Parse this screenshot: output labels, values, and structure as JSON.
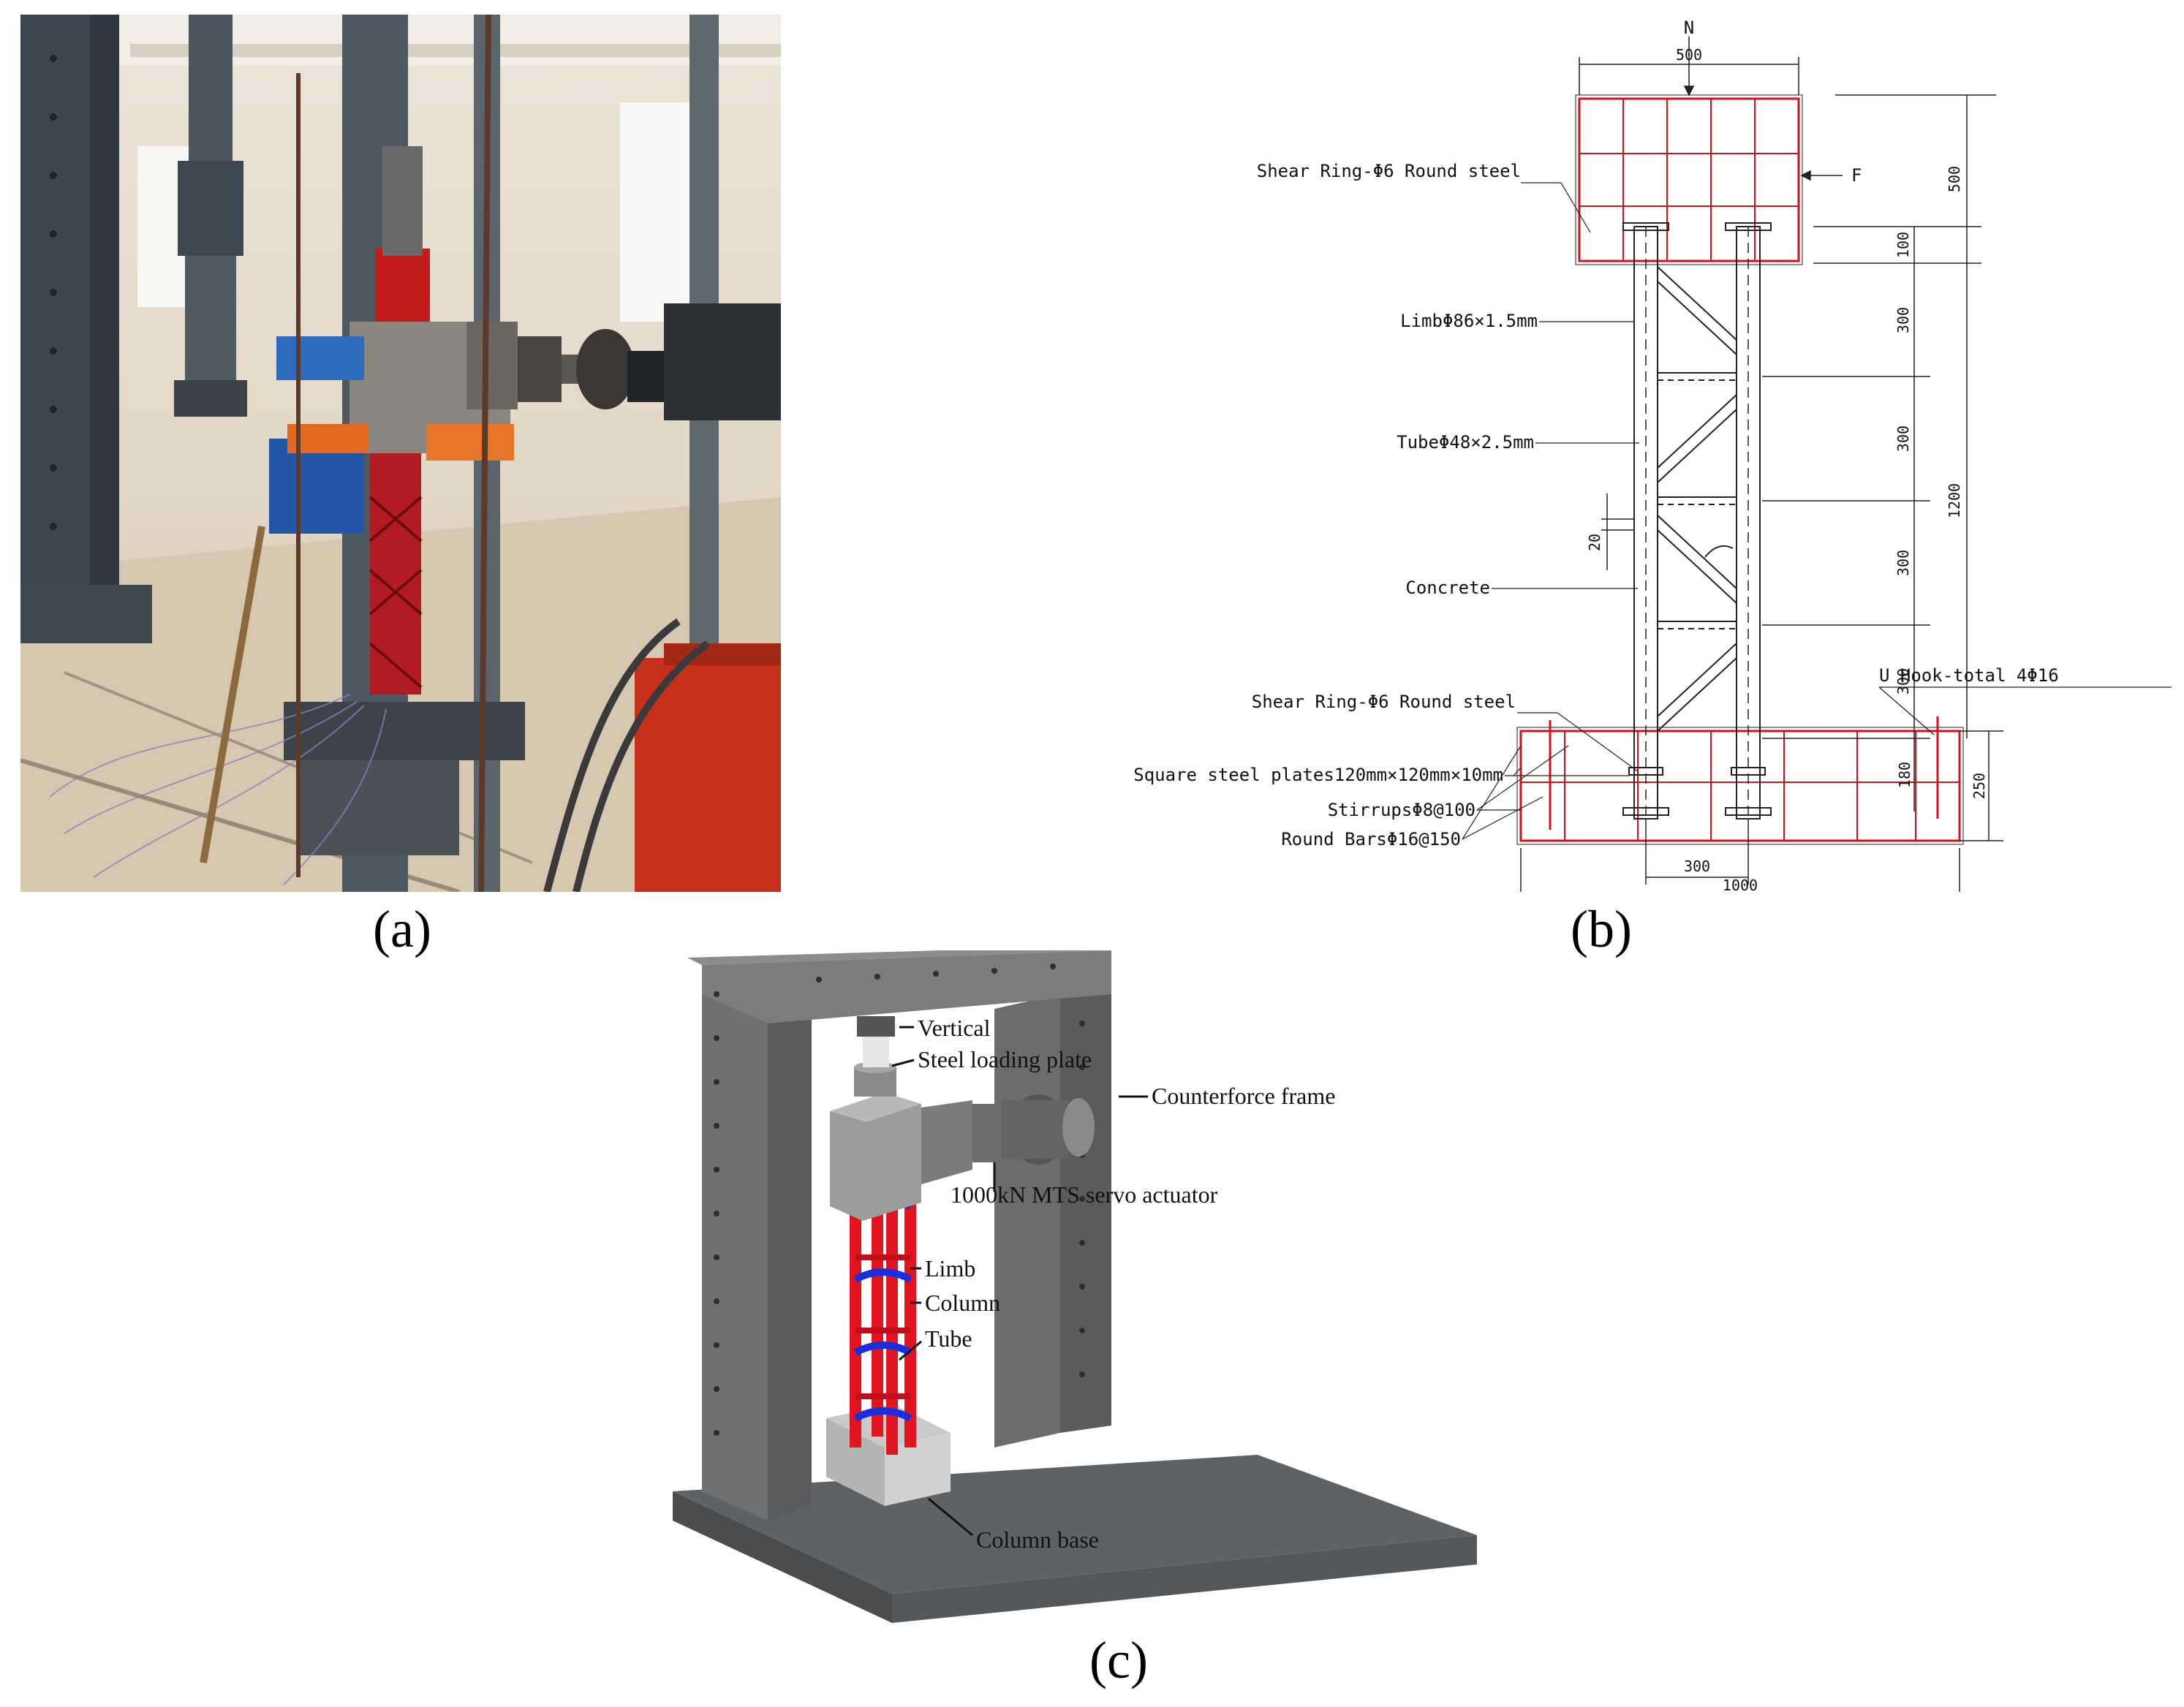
{
  "captions": {
    "a": "(a)",
    "b": "(b)",
    "c": "(c)"
  },
  "drawing": {
    "top_force_label": "N",
    "side_force_label": "F",
    "labels": {
      "shear_ring_top": "Shear Ring-Φ6 Round steel",
      "limb": "LimbΦ86×1.5mm",
      "tube": "TubeΦ48×2.5mm",
      "concrete": "Concrete",
      "shear_ring_bottom": "Shear Ring-Φ6 Round steel",
      "u_hook": "U Hook-total 4Φ16",
      "square_plates": "Square steel plates120mm×120mm×10mm",
      "stirrups": "StirrupsΦ8@100",
      "round_bars": "Round BarsΦ16@150"
    },
    "dims": {
      "top_width": "500",
      "top_height": "500",
      "top_offset": "100",
      "seg1": "300",
      "seg2": "300",
      "seg3": "300",
      "seg4": "300",
      "total_height": "1200",
      "gap": "20",
      "base_embed": "180",
      "base_height": "250",
      "limb_spacing": "300",
      "base_width": "1000"
    }
  },
  "scene": {
    "labels": {
      "vertical": "Vertical",
      "loading_plate": "Steel loading plate",
      "counterforce": "Counterforce frame",
      "actuator": "1000kN MTS servo actuator",
      "limb": "Limb",
      "column": "Column",
      "tube": "Tube",
      "column_base": "Column base"
    }
  },
  "colors": {
    "rebar_red": "#d0121b",
    "steel_gray": "#6f6f6f",
    "brace_blue": "#1a2ee0"
  }
}
